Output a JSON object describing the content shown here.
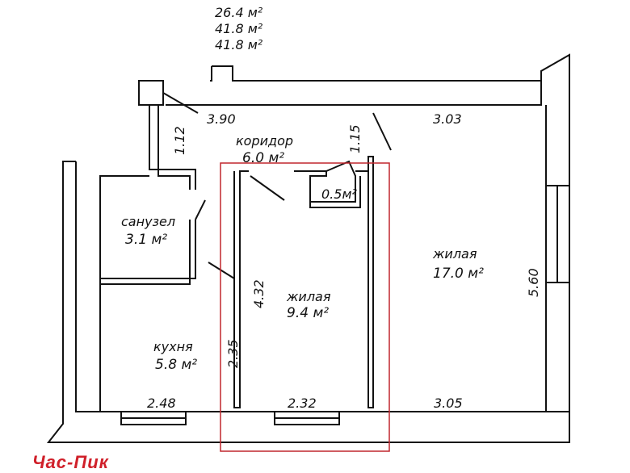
{
  "totals": [
    "26.4 м²",
    "41.8 м²",
    "41.8 м²"
  ],
  "rooms": {
    "corridor": {
      "name": "коридор",
      "area": "6.0 м²"
    },
    "closet": {
      "area": "0.5м²"
    },
    "bathroom": {
      "name": "санузел",
      "area": "3.1 м²"
    },
    "living_large": {
      "name": "жилая",
      "area": "17.0 м²"
    },
    "living_small": {
      "name": "жилая",
      "area": "9.4 м²"
    },
    "kitchen": {
      "name": "кухня",
      "area": "5.8 м²"
    }
  },
  "dimensions": {
    "corridor_length": "3.90",
    "big_room_width_top": "3.03",
    "bath_duct": "1.12",
    "closet_depth": "1.15",
    "big_room_height": "5.60",
    "small_room_height": "4.32",
    "kitchen_height": "2.35",
    "kitchen_width": "2.48",
    "small_room_width": "2.32",
    "big_room_width_bottom": "3.05"
  },
  "brand": "Час-Пик",
  "colors": {
    "walls": "#111111",
    "highlight": "#c0272d",
    "brand": "#d0202a"
  }
}
